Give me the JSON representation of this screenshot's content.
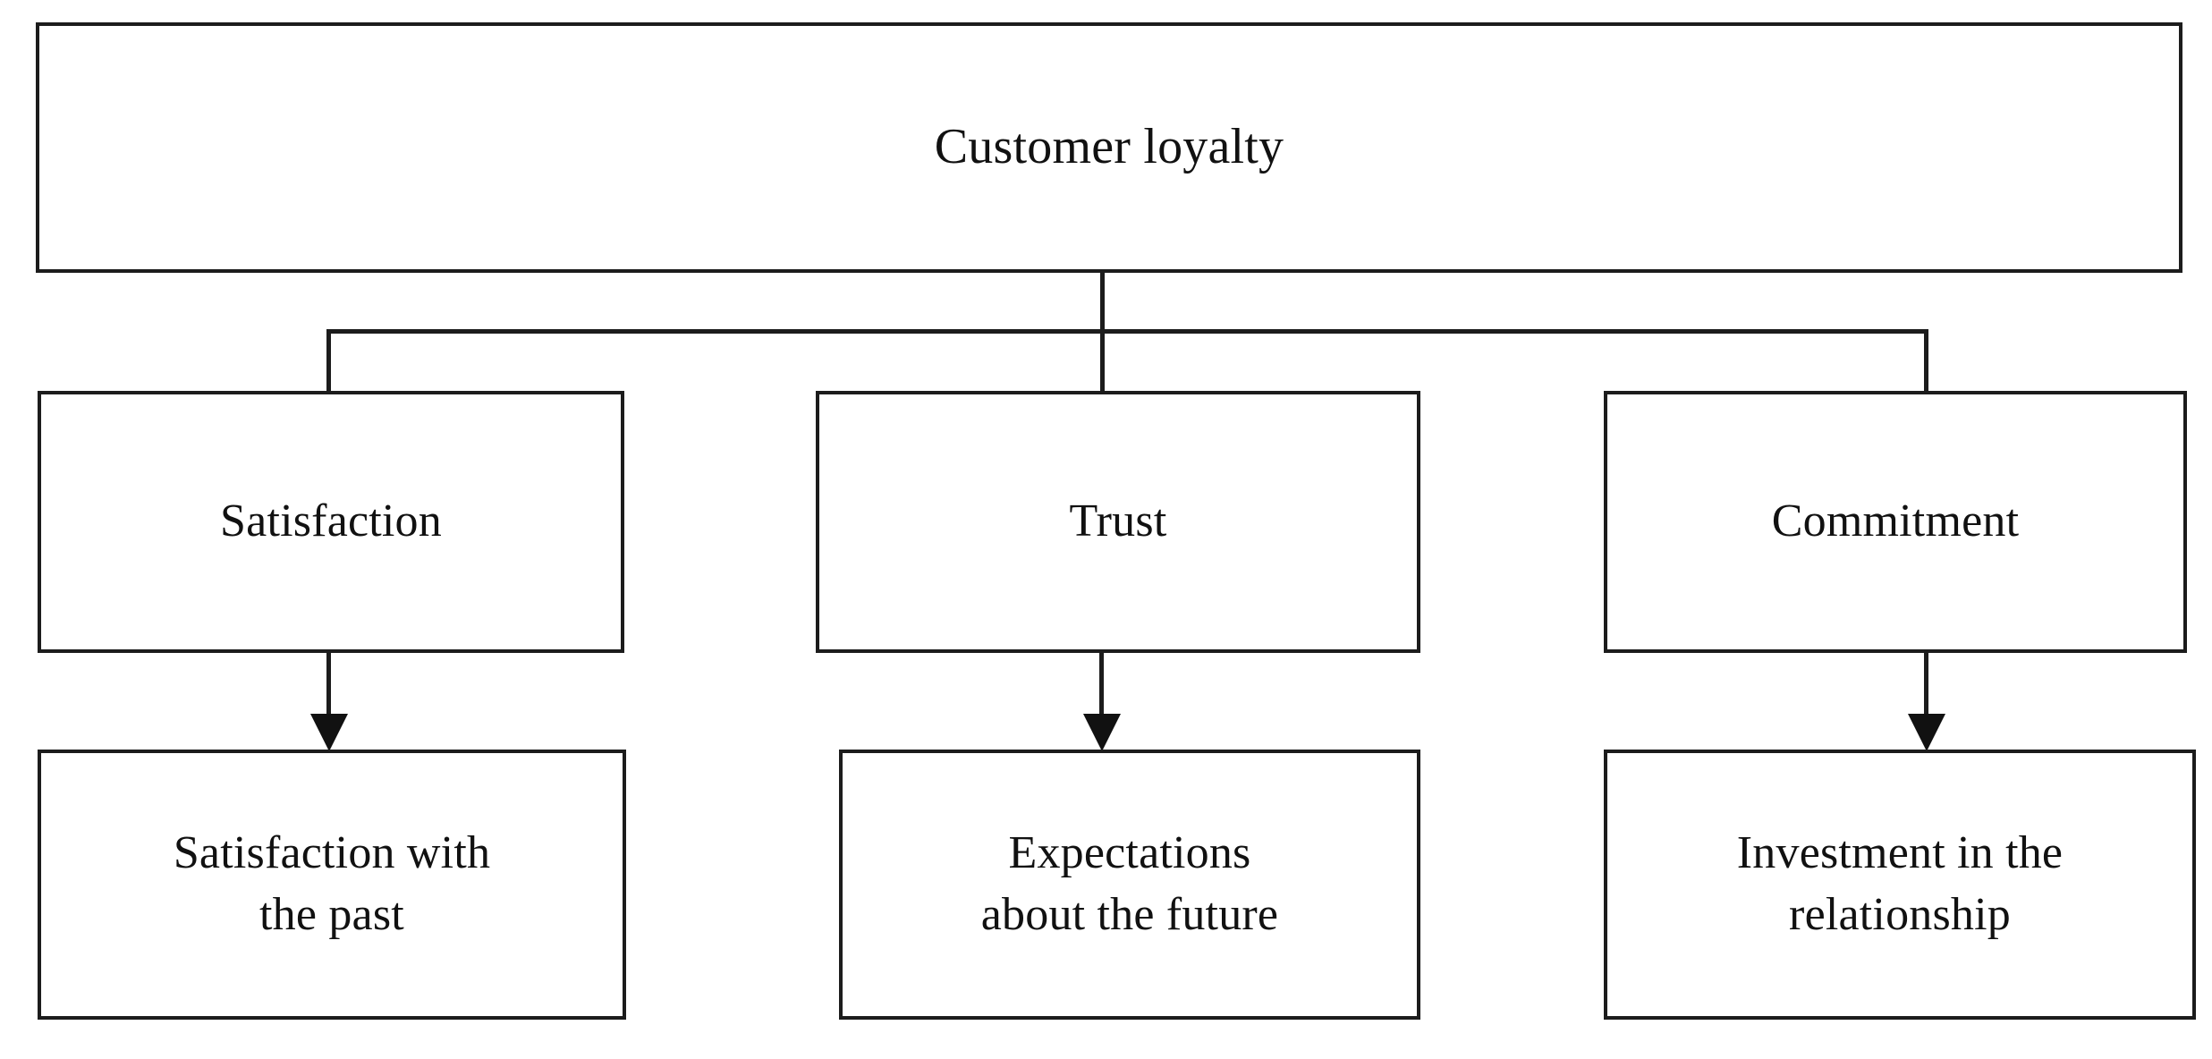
{
  "diagram": {
    "type": "hierarchy-flowchart",
    "orientation": "top-down",
    "colors": {
      "background": "#ffffff",
      "box_fill": "#ffffff",
      "box_border": "#1c1c1c",
      "connector": "#1c1c1c",
      "text": "#111111"
    },
    "root": {
      "id": "customer-loyalty",
      "label": "Customer loyalty"
    },
    "level2": [
      {
        "id": "satisfaction",
        "label": "Satisfaction"
      },
      {
        "id": "trust",
        "label": "Trust"
      },
      {
        "id": "commitment",
        "label": "Commitment"
      }
    ],
    "level3": [
      {
        "id": "satisfaction-past",
        "label": "Satisfaction with\nthe past"
      },
      {
        "id": "expectations",
        "label": "Expectations\nabout the future"
      },
      {
        "id": "investment",
        "label": "Investment in the\nrelationship"
      }
    ],
    "edges": [
      {
        "from": "customer-loyalty",
        "to": "satisfaction",
        "style": "elbow-line"
      },
      {
        "from": "customer-loyalty",
        "to": "trust",
        "style": "elbow-line"
      },
      {
        "from": "customer-loyalty",
        "to": "commitment",
        "style": "elbow-line"
      },
      {
        "from": "satisfaction",
        "to": "satisfaction-past",
        "style": "arrow-down"
      },
      {
        "from": "trust",
        "to": "expectations",
        "style": "arrow-down"
      },
      {
        "from": "commitment",
        "to": "investment",
        "style": "arrow-down"
      }
    ]
  }
}
